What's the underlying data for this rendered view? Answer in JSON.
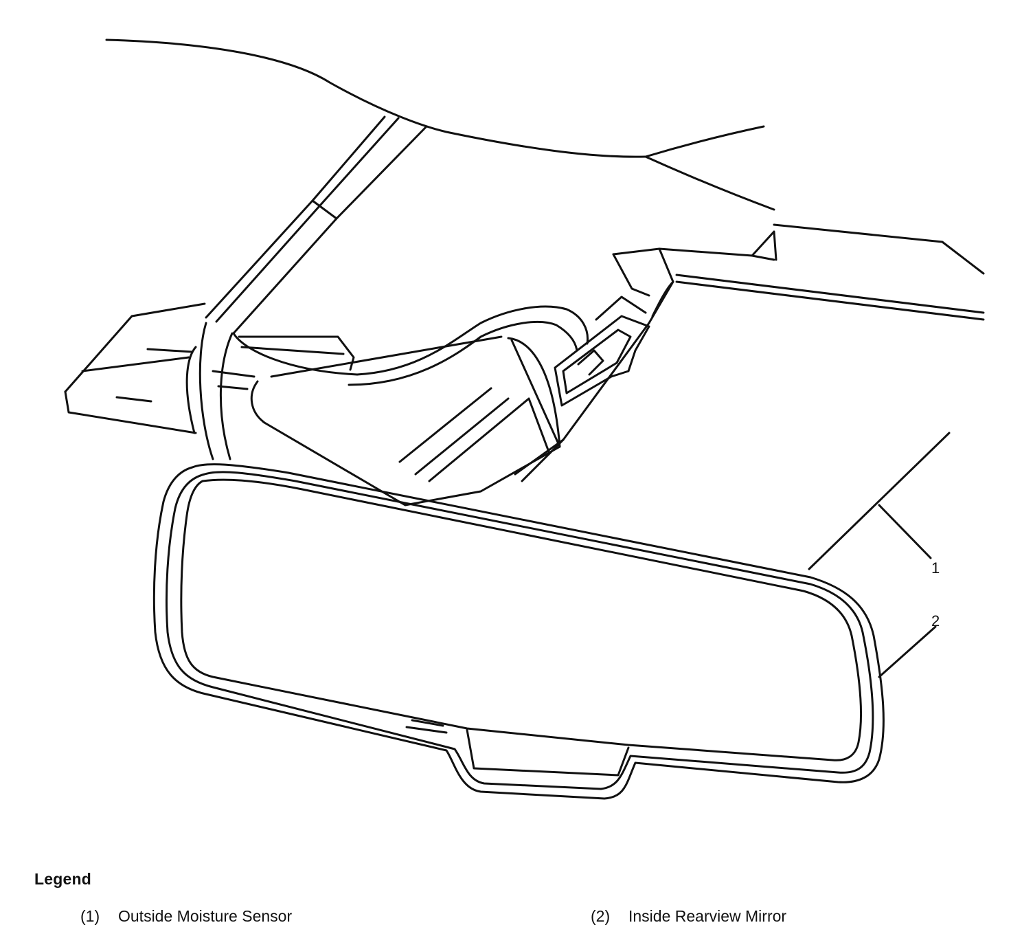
{
  "diagram": {
    "callouts": [
      {
        "number": "1",
        "item": "Outside Moisture Sensor"
      },
      {
        "number": "2",
        "item": "Inside Rearview Mirror"
      }
    ]
  },
  "legend": {
    "title": "Legend",
    "items": [
      {
        "number": "(1)",
        "label": "Outside Moisture Sensor"
      },
      {
        "number": "(2)",
        "label": "Inside Rearview Mirror"
      }
    ]
  },
  "colors": {
    "line": "#111111",
    "background": "#ffffff"
  }
}
